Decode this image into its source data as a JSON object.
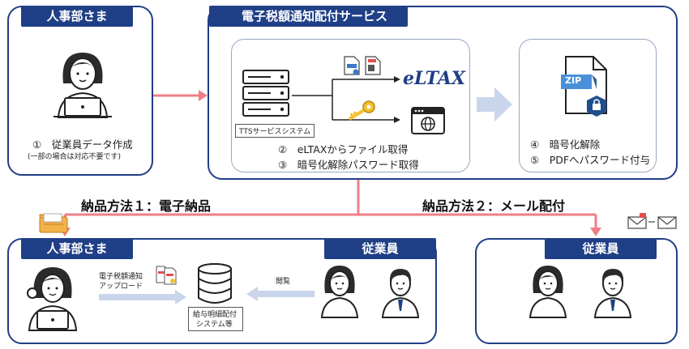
{
  "hr_top": {
    "label": "人事部さま",
    "step1": "①　従業員データ作成",
    "step1_note": "(一部の場合は対応不要です)"
  },
  "service": {
    "label": "電子税額通知配付サービス",
    "server_label": "TTSサービスシステム",
    "eltax": "eLTAX",
    "step2": "②　eLTAXからファイル取得",
    "step3": "③　暗号化解除パスワード取得",
    "zip_label": "ZIP",
    "step4": "④　暗号化解除",
    "step5": "⑤　PDFへパスワード付与"
  },
  "method1": "納品方法１：電子納品",
  "method2": "納品方法２：メール配付",
  "hr_bottom": {
    "label": "人事部さま",
    "upload_line1": "電子税額通知",
    "upload_line2": "アップロード",
    "db_line1": "給与明細配付",
    "db_line2": "システム等",
    "employee_label": "従業員",
    "view_label": "閲覧"
  },
  "employee_right": {
    "label": "従業員"
  },
  "colors": {
    "navy": "#1f3f86",
    "arrow_red": "#ef7f86",
    "arrow_blue": "#c5d4ec"
  }
}
